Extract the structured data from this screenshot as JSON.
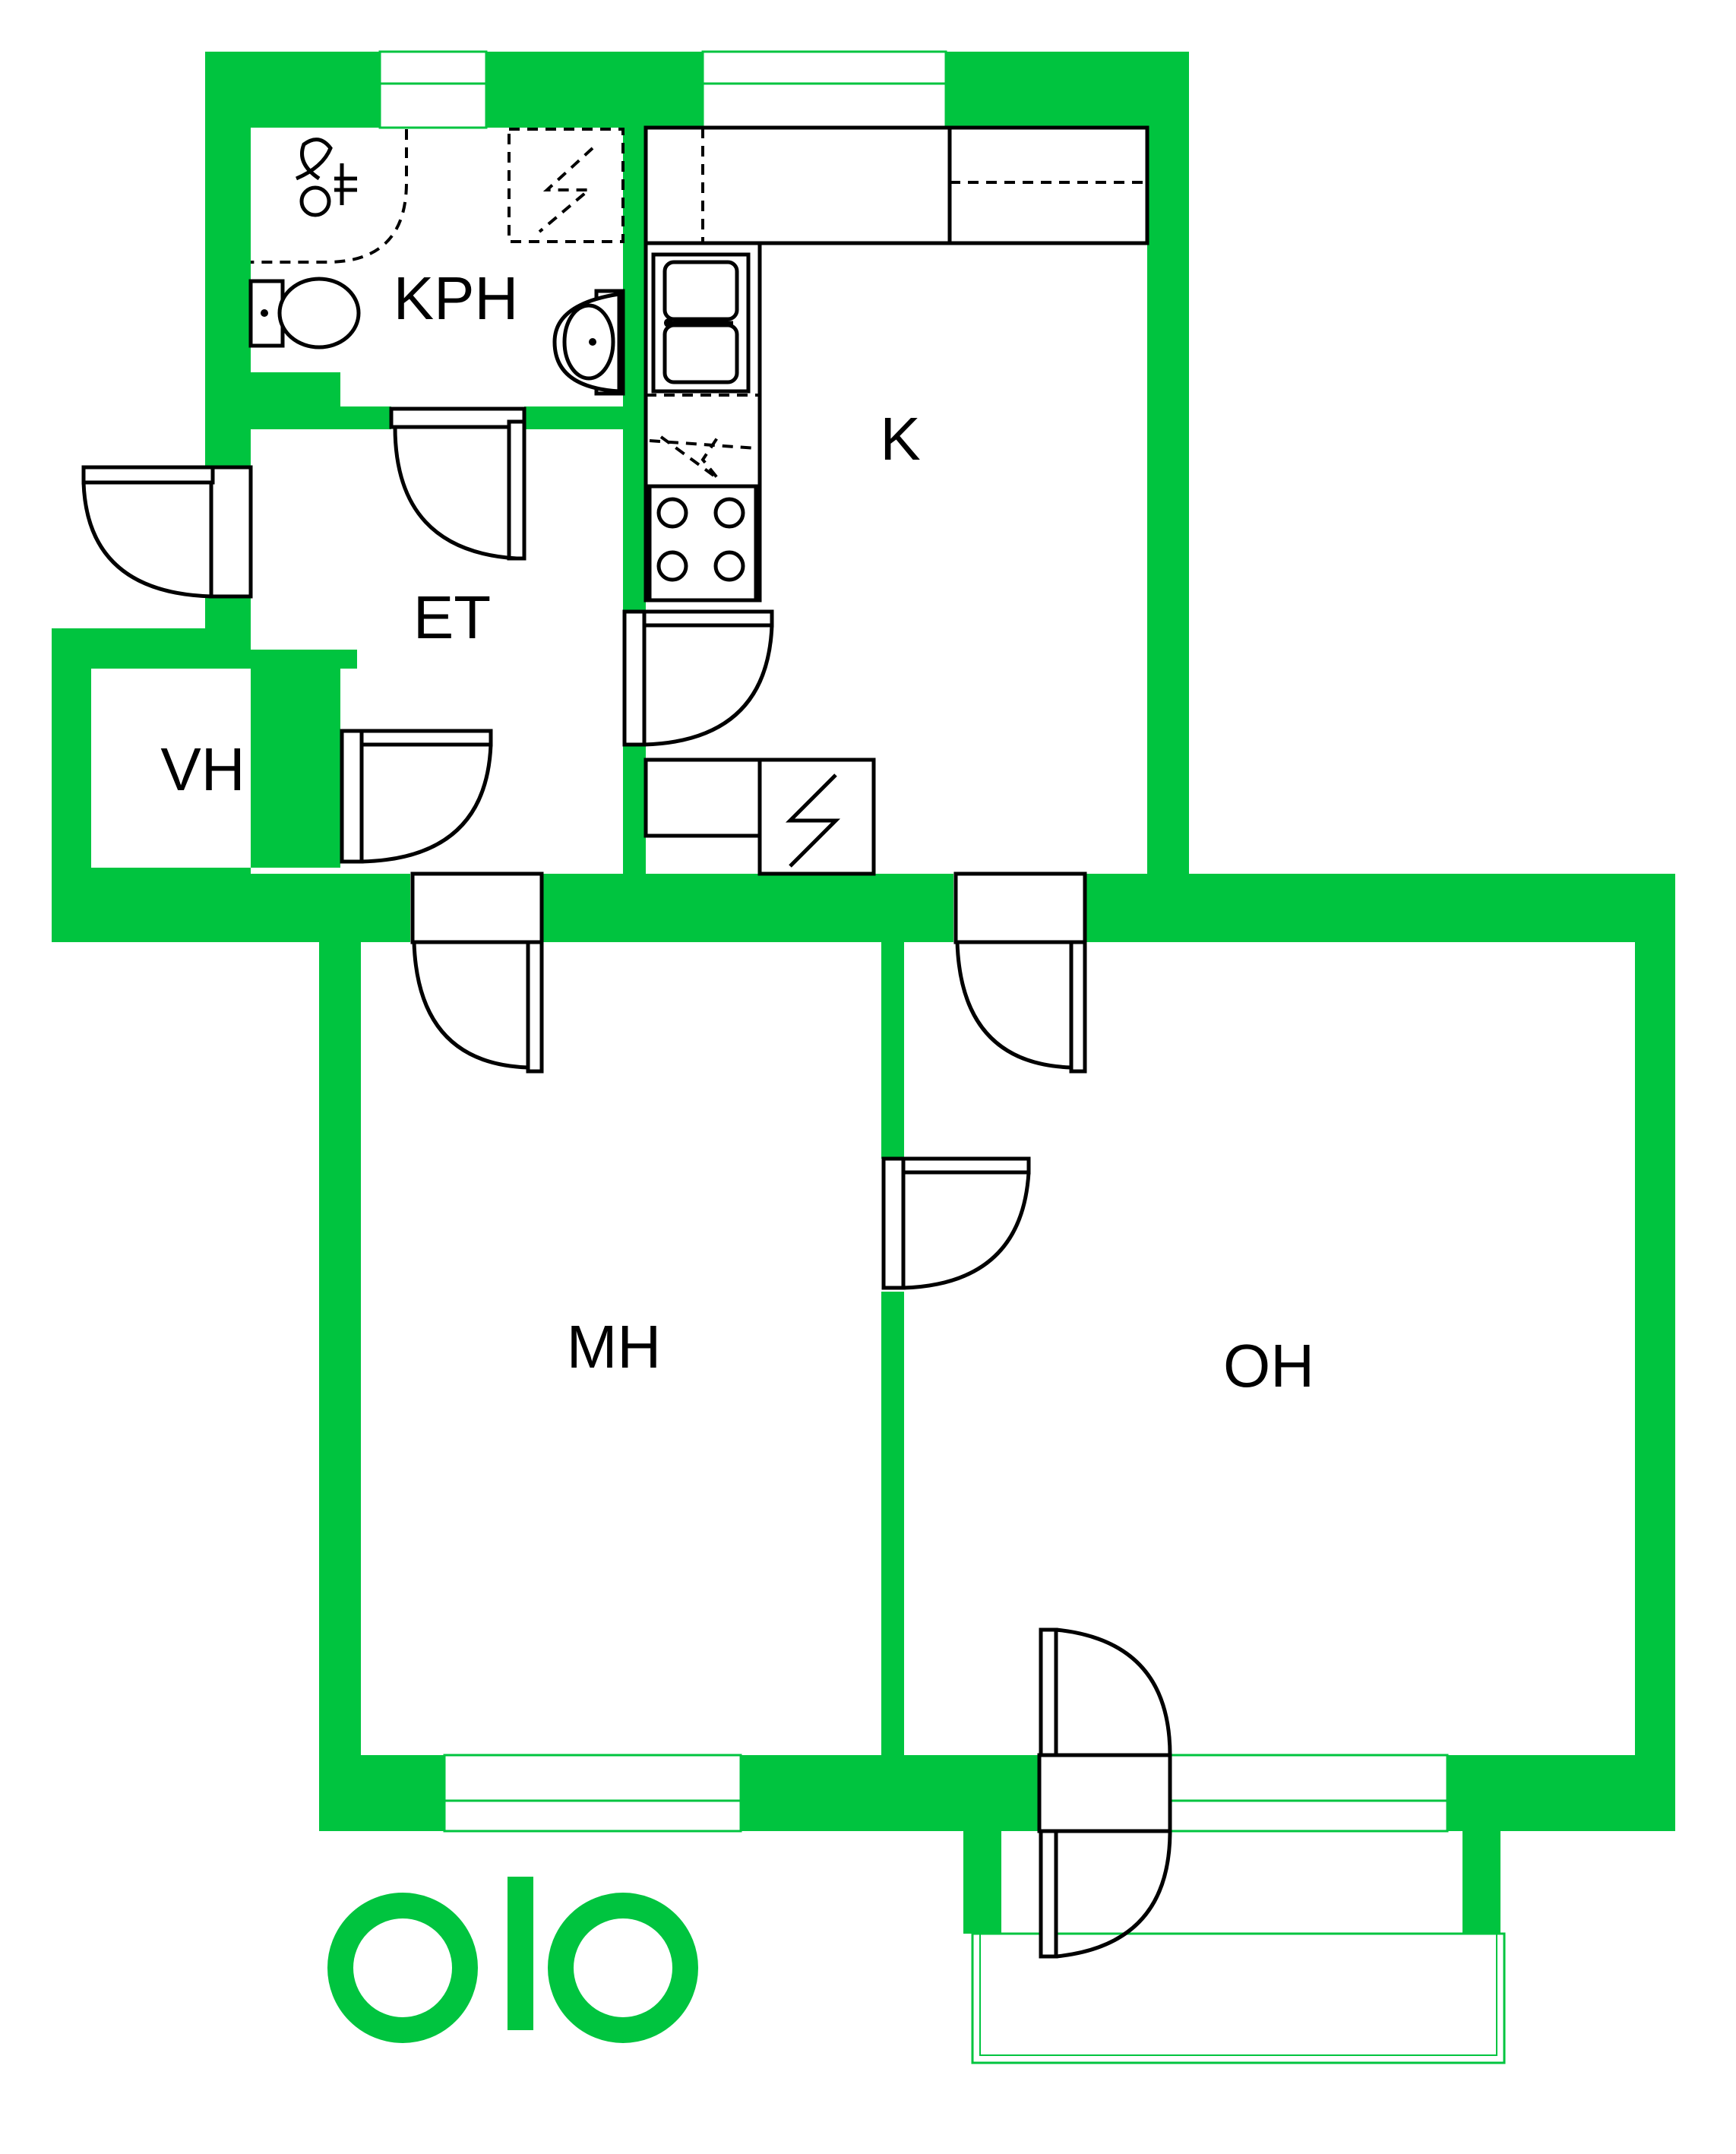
{
  "brand": {
    "logo_text": "olo",
    "color": "#00c43f"
  },
  "rooms": {
    "kph": "KPH",
    "k": "K",
    "et": "ET",
    "vh": "VH",
    "mh": "MH",
    "oh": "OH"
  },
  "colors": {
    "walls": "#00c43f",
    "lines": "#000000",
    "background": "#ffffff"
  }
}
